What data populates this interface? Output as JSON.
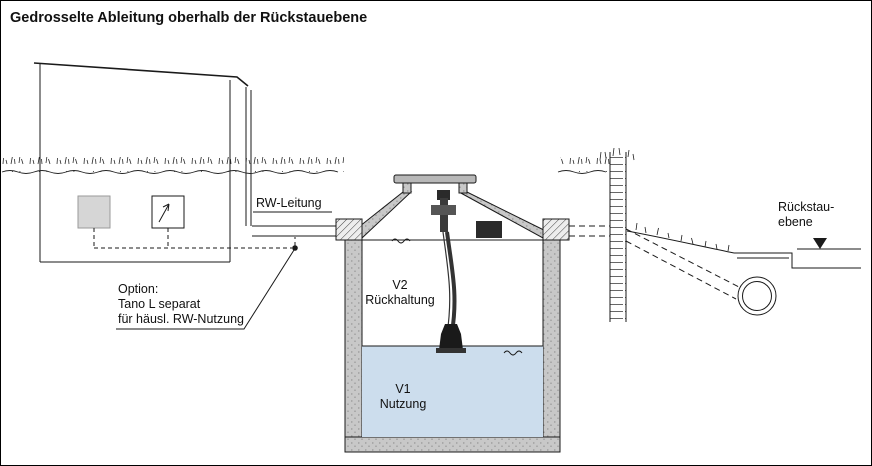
{
  "title": "Gedrosselte Ableitung oberhalb der Rückstauebene",
  "labels": {
    "rw_leitung": "RW-Leitung",
    "option": {
      "line1": "Option:",
      "line2": "Tano L separat",
      "line3": "für häusl. RW-Nutzung"
    },
    "retention_volume": {
      "line1": "V2",
      "line2": "Rückhaltung"
    },
    "usage_volume": {
      "line1": "V1",
      "line2": "Nutzung"
    },
    "backflow_level": {
      "line1": "Rückstau-",
      "line2": "ebene"
    }
  },
  "icons": {
    "backflow_level_marker": "water-level-triangle-down",
    "pump_symbol": "diagonal-arrow",
    "water_level_symbol": "wave-squiggle"
  },
  "colors": {
    "line": "#1a1a1a",
    "water": "#ccdded",
    "tank_wall": "#c8c8c8",
    "cover_gray": "#b8b8b8",
    "basement_box": "#d6d6d6",
    "background": "#ffffff"
  }
}
